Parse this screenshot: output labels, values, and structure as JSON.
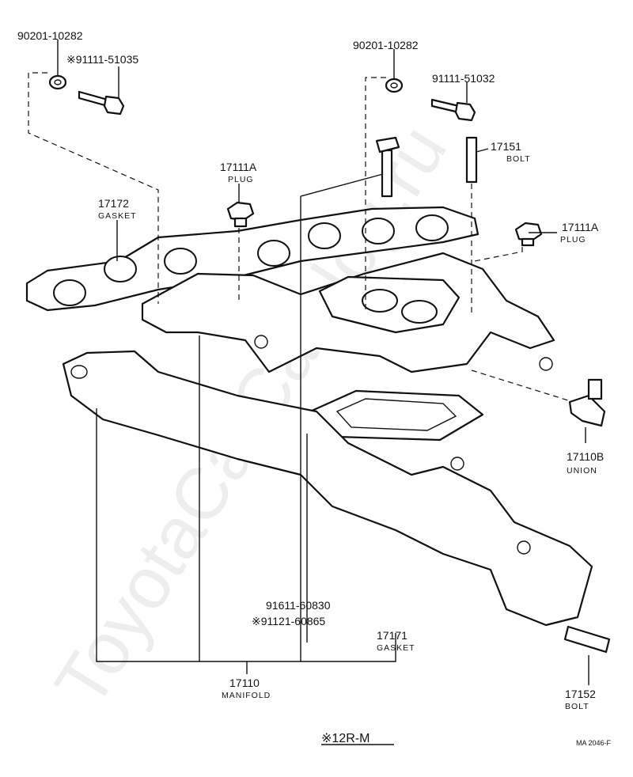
{
  "watermark": "ToyotaCarCatalog.ru",
  "caption": "※12R-M",
  "ref_code": "MA 2046-F",
  "labels": {
    "washer_left": "90201-10282",
    "bolt_left": "※91111-51035",
    "washer_right": "90201-10282",
    "bolt_right": "91111-51032",
    "plug_left_num": "17111A",
    "plug_left_name": "PLUG",
    "plug_right_num": "17111A",
    "plug_right_name": "PLUG",
    "stud_top_num": "17151",
    "stud_top_name": "BOLT",
    "gasket_manifold_num": "17172",
    "gasket_manifold_name": "GASKET",
    "union_num": "17110B",
    "union_name": "UNION",
    "stud_center_1": "91611-60830",
    "stud_center_2": "※91121-60865",
    "gasket_carb_num": "17171",
    "gasket_carb_name": "GASKET",
    "manifold_num": "17110",
    "manifold_name": "MANIFOLD",
    "stud_bottom_num": "17152",
    "stud_bottom_name": "BOLT"
  }
}
